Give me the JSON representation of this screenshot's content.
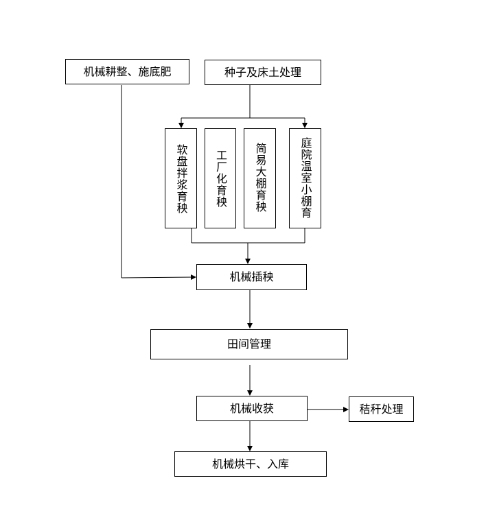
{
  "flowchart": {
    "tillage": "机械耕整、施底肥",
    "seed_soil": "种子及床土处理",
    "nursery_methods": [
      "软盘拌浆育秧",
      "工厂化育秧",
      "简易大棚育秧",
      "庭院温室小棚育"
    ],
    "transplant": "机械插秧",
    "field_mgmt": "田间管理",
    "harvest": "机械收获",
    "straw": "秸秆处理",
    "drying": "机械烘干、入库"
  }
}
